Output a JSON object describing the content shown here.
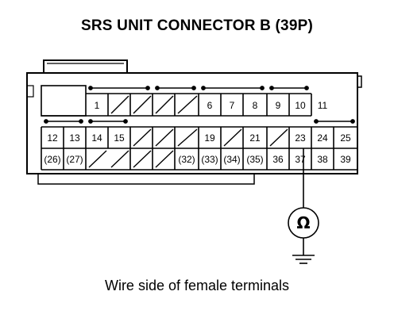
{
  "title": "SRS UNIT CONNECTOR B (39P)",
  "caption": "Wire side of female terminals",
  "meter_symbol": "Ω",
  "terminals": {
    "t1": "1",
    "t6": "6",
    "t7": "7",
    "t8": "8",
    "t9": "9",
    "t10": "10",
    "t11": "11",
    "t12": "12",
    "t13": "13",
    "t14": "14",
    "t15": "15",
    "t19": "19",
    "t21": "21",
    "t23": "23",
    "t24": "24",
    "t25": "25",
    "t26": "(26)",
    "t27": "(27)",
    "t32": "(32)",
    "t33": "(33)",
    "t34": "(34)",
    "t35": "(35)",
    "t36": "36",
    "t37": "37",
    "t38": "38",
    "t39": "39"
  }
}
